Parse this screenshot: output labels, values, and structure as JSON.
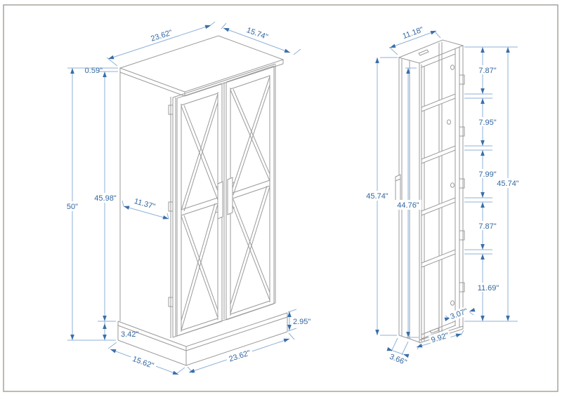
{
  "drawing": {
    "units": "inches",
    "colors": {
      "dimension_text": "#33679f",
      "dimension_line": "#8fb2d8",
      "outline": "#9a9a9a",
      "page_border": "#a8a39b"
    },
    "front": {
      "top_width": "23.62\"",
      "top_depth": "15.74\"",
      "top_thickness": "0.59\"",
      "overall_height": "50\"",
      "door_height": "45.98\"",
      "door_width": "11.37\"",
      "base_height_side": "3.42\"",
      "base_height_front": "2.95\"",
      "base_depth": "15.62\"",
      "base_width": "23.62\""
    },
    "side": {
      "top_depth": "11.18\"",
      "shelf_gap_1": "7.87\"",
      "shelf_gap_2": "7.95\"",
      "shelf_gap_3": "7.99\"",
      "shelf_gap_4": "7.87\"",
      "bottom_gap": "11.69\"",
      "left_height": "45.74\"",
      "door_panel_height": "44.76\"",
      "interior_height": "45.74\"",
      "base_height": "3.07\"",
      "bottom_depth": "9.92\"",
      "door_bottom_depth": "3.66\""
    }
  }
}
